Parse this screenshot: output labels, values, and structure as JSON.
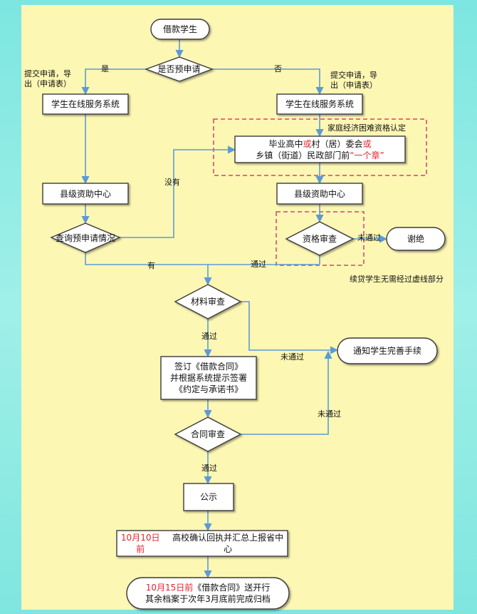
{
  "nodes": {
    "start": "借款学生",
    "pre_apply_q": "是否预申请",
    "sys_left": "学生在线服务系统",
    "sys_right": "学生在线服务系统",
    "stamp_line1_a": "毕业高中",
    "stamp_line1_or1": "或",
    "stamp_line1_b": "村（居）委会",
    "stamp_line1_or2": "或",
    "stamp_line2_a": "乡镇（街道）民政部门前",
    "stamp_line2_b": "“一个章”",
    "county_left": "县级资助中心",
    "county_right": "县级资助中心",
    "query_pre": "查询预申请情况",
    "qual_review": "资格审查",
    "reject": "谢绝",
    "material_review": "材料审查",
    "notify": "通知学生完善手续",
    "sign_line1": "签订《借款合同》",
    "sign_line2": "并根据系统提示签署",
    "sign_line3": "《约定与承诺书》",
    "contract_review": "合同审查",
    "publicity": "公示",
    "oct10_date": "10月10日前",
    "oct10_text": "高校确认回执并汇总上报省中心",
    "oct15_date": "10月15日前",
    "oct15_text": "《借款合同》送开行",
    "oct15_line2": "其余档案于次年3月底前完成归档"
  },
  "labels": {
    "yes": "是",
    "no": "否",
    "submit_left_1": "提交申请，导",
    "submit_left_2": "出（申请表）",
    "submit_right_1": "提交申请，导",
    "submit_right_2": "出（申请表）",
    "family_difficulty": "家庭经济困难资格认定",
    "not_have": "没有",
    "have": "有",
    "pass_1": "通过",
    "not_pass_1": "未通过",
    "renewal_note": "续贷学生无需经过虚线部分",
    "pass_2": "通过",
    "not_pass_2": "未通过",
    "not_pass_3": "未通过",
    "pass_3": "通过"
  },
  "colors": {
    "background": "#8ee9e2",
    "paper": "#fdf7b4",
    "node_fill": "#ffffff",
    "node_stroke": "#3a3a3a",
    "arrow": "#5b9bd5",
    "dashed_box": "#d8416e",
    "highlight": "#e0262d"
  }
}
